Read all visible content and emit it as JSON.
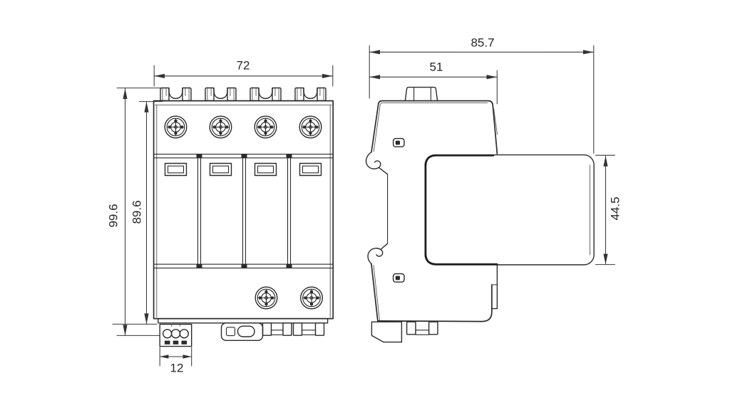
{
  "drawing": {
    "type": "technical-dimension-drawing",
    "views": {
      "front": {
        "name": "front-view",
        "dims": {
          "overall_width": "72",
          "overall_height": "99.6",
          "body_height": "89.6",
          "terminal_width": "12"
        }
      },
      "side": {
        "name": "side-view",
        "dims": {
          "overall_depth": "85.7",
          "base_depth": "51",
          "module_height": "44.5"
        }
      }
    },
    "colors": {
      "outline": "#2b2b2b",
      "dimension_line": "#3a3a3a",
      "text": "#262626",
      "background": "#ffffff"
    }
  }
}
